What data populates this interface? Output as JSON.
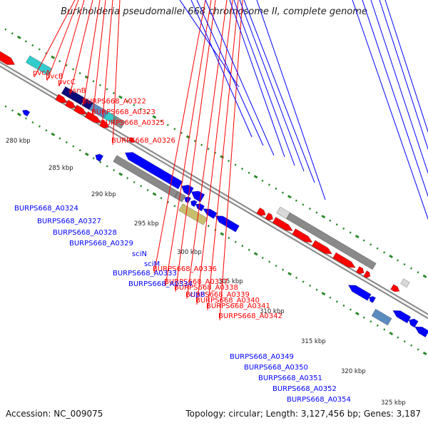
{
  "title": "Burkholderia pseudomallei 668 chromosome II, complete genome",
  "accession": "Accession: NC_009075",
  "summary": "Topology: circular; Length: 3,127,456 bp; Genes: 3,187",
  "colors": {
    "forward": "#ff0000",
    "reverse": "#0000ff",
    "navy": "#0a0a78",
    "steel": "#5b8cc0",
    "cyan": "#33cccc",
    "gray": "#8a8a8a",
    "khaki": "#c8bf6e",
    "tick": "#2a8a2a",
    "backbone": "#777777"
  },
  "scale_labels": [
    "280 kbp",
    "285 kbp",
    "290 kbp",
    "295 kbp",
    "300 kbp",
    "305 kbp",
    "310 kbp",
    "315 kbp",
    "320 kbp",
    "325 kbp"
  ],
  "forward_labels": [
    "pvcA",
    "pvcB",
    "pvcC",
    "asnB",
    "BURPS668_A0322",
    "BURPS668_A0323",
    "BURPS668_A0325",
    "BURPS668_A0326",
    "BURPS668_A0336",
    "BURPS668_A0337",
    "BURPS668_A0338",
    "BURPS668_A0339",
    "BURPS668_A0340",
    "BURPS668_A0341",
    "BURPS668_A0342"
  ],
  "reverse_labels": [
    "BURPS668_A0324",
    "BURPS668_A0327",
    "BURPS668_A0328",
    "BURPS668_A0329",
    "sciN",
    "sciM",
    "BURPS668_A0333",
    "BURPS668_A0334",
    "clpB",
    "BURPS668_A0349",
    "BURPS668_A0350",
    "BURPS668_A0351",
    "BURPS668_A0352",
    "BURPS668_A0354"
  ]
}
